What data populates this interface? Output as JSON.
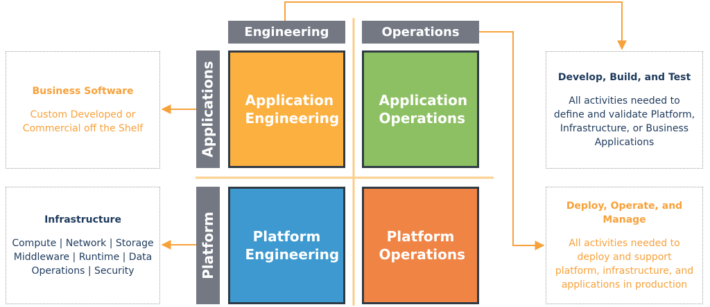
{
  "columns": {
    "engineering": "Engineering",
    "operations": "Operations"
  },
  "rows": {
    "applications": "Applications",
    "platform": "Platform"
  },
  "quadrants": {
    "app_eng": {
      "label": "Application Engineering",
      "color": "#FBB040"
    },
    "app_ops": {
      "label": "Application Operations",
      "color": "#8DC063"
    },
    "plat_eng": {
      "label": "Platform Engineering",
      "color": "#3D99CF"
    },
    "plat_ops": {
      "label": "Platform Operations",
      "color": "#EF8445"
    }
  },
  "left_boxes": {
    "business": {
      "title": "Business Software",
      "lines": [
        "Custom Developed or",
        "Commercial off the Shelf"
      ]
    },
    "infrastructure": {
      "title": "Infrastructure",
      "lines": [
        "Compute | Network | Storage",
        "Middleware | Runtime | Data",
        "Operations | Security"
      ]
    }
  },
  "right_boxes": {
    "develop": {
      "title": "Develop, Build, and Test",
      "lines": [
        "All activities needed to",
        "define and validate Platform,",
        "Infrastructure, or Business",
        "Applications"
      ]
    },
    "deploy": {
      "title_lines": [
        "Deploy, Operate, and",
        "Manage"
      ],
      "lines": [
        "All activities needed to",
        "deploy and support",
        "platform, infrastructure, and",
        "applications in production"
      ]
    }
  },
  "colors": {
    "orange": "#F7A13A",
    "navy": "#1E3A5C",
    "label_gray": "#747883",
    "connector": "#F7A13A"
  }
}
